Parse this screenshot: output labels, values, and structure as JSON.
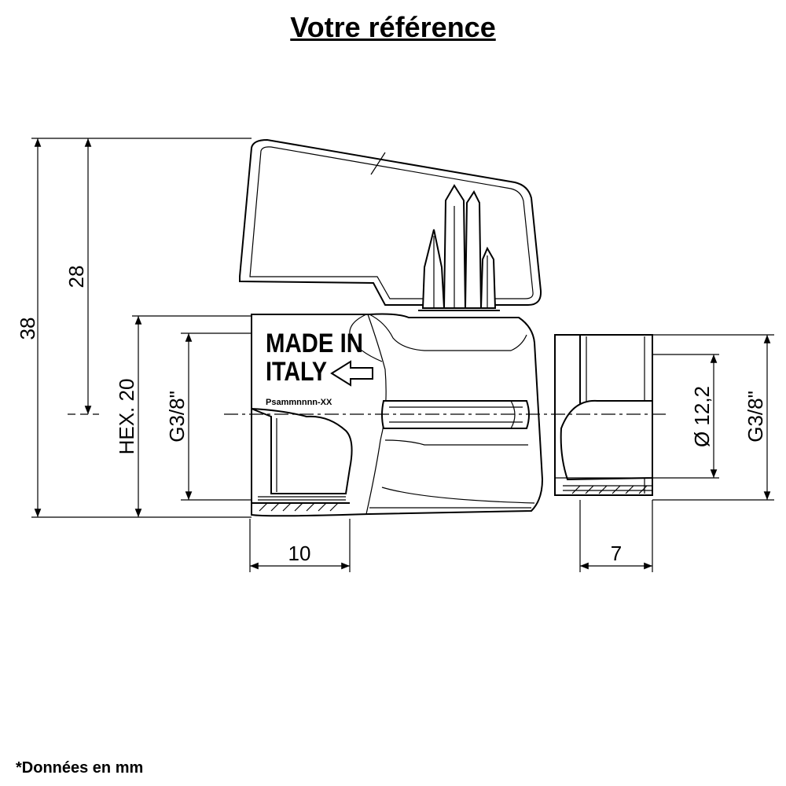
{
  "title": "Votre référence",
  "footnote": "*Données en mm",
  "marking": {
    "line1": "MADE IN",
    "line2": "ITALY",
    "code": "Psammnnnn-XX"
  },
  "dimensions": {
    "total_height": "38",
    "handle_height": "28",
    "hex": "HEX. 20",
    "thread_left": "G3/8\"",
    "thread_right": "G3/8\"",
    "inner_diameter": "Ø 12,2",
    "depth_left": "10",
    "depth_right": "7"
  }
}
